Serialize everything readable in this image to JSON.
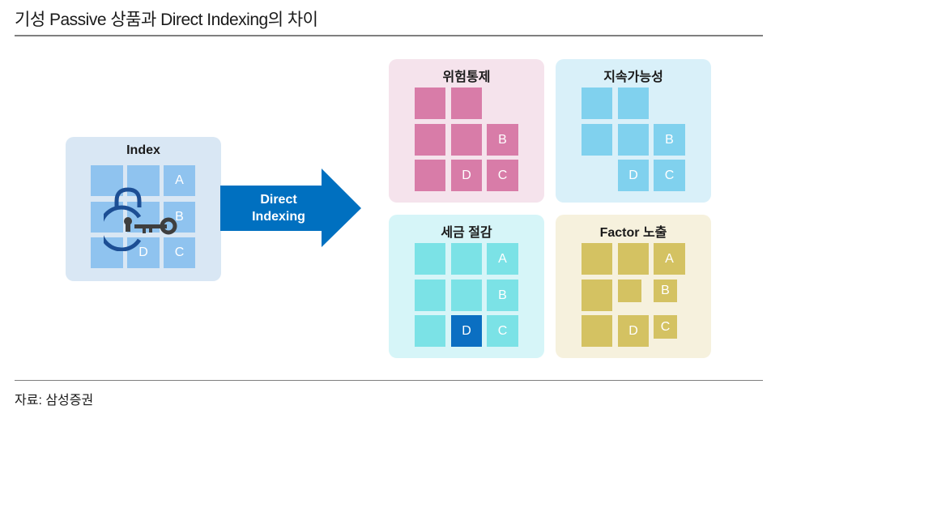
{
  "title": "기성 Passive 상품과 Direct Indexing의 차이",
  "source": "자료: 삼성증권",
  "arrow_label": [
    "Direct",
    "Indexing"
  ],
  "colors": {
    "index_bg": "#d9e7f4",
    "index_cell": "#8fc3ef",
    "risk_bg": "#f5e3ec",
    "risk_cell": "#d87ca8",
    "esg_bg": "#d9f0f9",
    "esg_cell": "#80d1ee",
    "tax_bg": "#d6f5f8",
    "tax_cell": "#7be2e6",
    "tax_highlight": "#0b6fc2",
    "factor_bg": "#f6f1dd",
    "factor_cell": "#d4c262",
    "arrow": "#0070c0",
    "lock": "#1c4e94",
    "key": "#3f3f3f"
  },
  "panels": {
    "index": {
      "title": "Index",
      "cells": [
        {
          "label": ""
        },
        {
          "label": ""
        },
        {
          "label": "A"
        },
        {
          "label": ""
        },
        {
          "label": ""
        },
        {
          "label": "B"
        },
        {
          "label": ""
        },
        {
          "label": "D"
        },
        {
          "label": "C"
        }
      ]
    },
    "risk_control": {
      "title": "위험통제",
      "cells": [
        {
          "label": ""
        },
        {
          "label": ""
        },
        {
          "label": ""
        },
        {
          "label": ""
        },
        {
          "label": "B"
        },
        {
          "label": ""
        },
        {
          "label": "D"
        },
        {
          "label": "C"
        }
      ]
    },
    "sustainability": {
      "title": "지속가능성",
      "cells": [
        {
          "label": ""
        },
        {
          "label": ""
        },
        {
          "label": ""
        },
        {
          "label": ""
        },
        {
          "label": "B"
        },
        {
          "label": "D"
        },
        {
          "label": "C"
        }
      ]
    },
    "tax_saving": {
      "title": "세금 절감",
      "cells": [
        {
          "label": ""
        },
        {
          "label": ""
        },
        {
          "label": "A"
        },
        {
          "label": ""
        },
        {
          "label": ""
        },
        {
          "label": "B"
        },
        {
          "label": ""
        },
        {
          "label": "D",
          "highlight": true
        },
        {
          "label": "C"
        }
      ]
    },
    "factor": {
      "title": "Factor 노출",
      "cells": [
        {
          "label": ""
        },
        {
          "label": ""
        },
        {
          "label": "A"
        },
        {
          "label": ""
        },
        {
          "label": ""
        },
        {
          "label": "B"
        },
        {
          "label": ""
        },
        {
          "label": "D"
        },
        {
          "label": "C"
        }
      ]
    }
  }
}
